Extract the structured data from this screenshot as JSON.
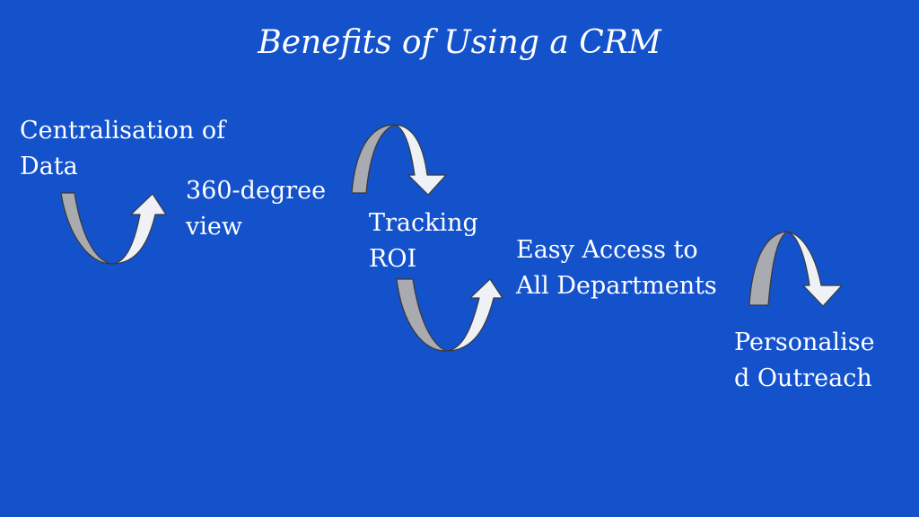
{
  "title": "Benefits of Using a CRM",
  "steps": [
    {
      "lines": [
        "Centralisation of",
        "Data"
      ]
    },
    {
      "lines": [
        "360-degree",
        "view"
      ]
    },
    {
      "lines": [
        "Tracking",
        "ROI"
      ]
    },
    {
      "lines": [
        "Easy Access to",
        "All Departments"
      ]
    },
    {
      "lines": [
        "Personalise",
        "d Outreach"
      ]
    }
  ],
  "colors": {
    "background": "#1452cc",
    "text": "#ffffff",
    "arrow_light": "#eef1f6",
    "arrow_dark": "#a9abb1",
    "arrow_outline": "#3a3a3a"
  },
  "connectors": [
    {
      "name": "curved-up-arrow-icon",
      "from": 1,
      "to": 2
    },
    {
      "name": "curved-down-arrow-icon",
      "from": 2,
      "to": 3
    },
    {
      "name": "curved-up-arrow-icon",
      "from": 3,
      "to": 4
    },
    {
      "name": "curved-down-arrow-icon",
      "from": 4,
      "to": 5
    }
  ]
}
